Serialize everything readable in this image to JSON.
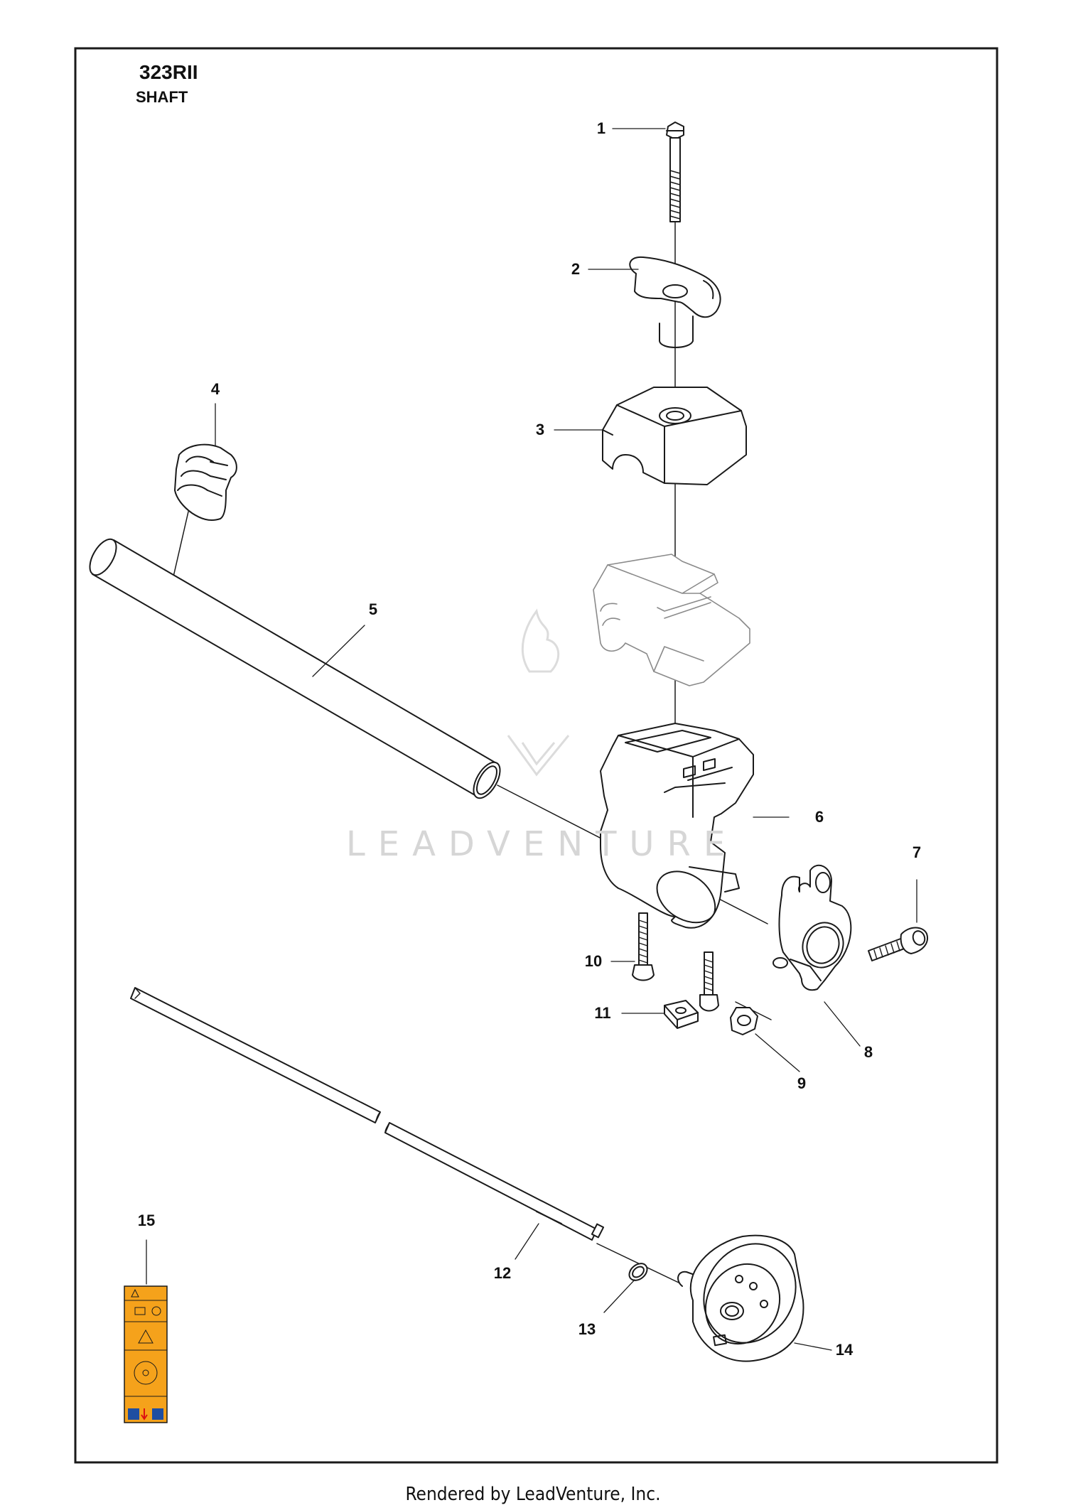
{
  "header": {
    "model": "323RII",
    "section": "SHAFT"
  },
  "callouts": [
    {
      "id": "1",
      "label": "1"
    },
    {
      "id": "2",
      "label": "2"
    },
    {
      "id": "3",
      "label": "3"
    },
    {
      "id": "4",
      "label": "4"
    },
    {
      "id": "5",
      "label": "5"
    },
    {
      "id": "6",
      "label": "6"
    },
    {
      "id": "7",
      "label": "7"
    },
    {
      "id": "8",
      "label": "8"
    },
    {
      "id": "9",
      "label": "9"
    },
    {
      "id": "10",
      "label": "10"
    },
    {
      "id": "11",
      "label": "11"
    },
    {
      "id": "12",
      "label": "12"
    },
    {
      "id": "13",
      "label": "13"
    },
    {
      "id": "14",
      "label": "14"
    },
    {
      "id": "15",
      "label": "15"
    }
  ],
  "watermark": "LEADVENTURE",
  "footer": "Rendered by LeadVenture, Inc.",
  "colors": {
    "line": "#1a1a1a",
    "label_orange": "#f5a21b",
    "label_blue": "#1f4ea1",
    "watermark": "#d6d6d6"
  }
}
